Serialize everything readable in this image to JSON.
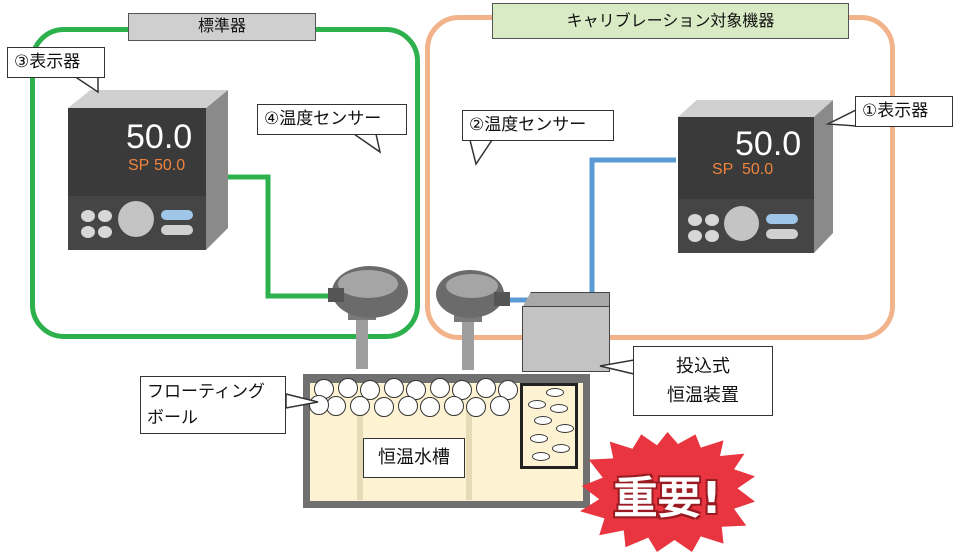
{
  "groups": {
    "standard": {
      "title": "標準器",
      "color": "#2db14d"
    },
    "calibration": {
      "title": "キャリブレーション対象機器",
      "color": "#f2b38a"
    }
  },
  "callouts": {
    "display_3": "③表示器",
    "sensor_4": "④温度センサー",
    "sensor_2": "②温度センサー",
    "display_1": "①表示器",
    "floating_balls_line1": "フローティング",
    "floating_balls_line2": "ボール",
    "immersion_heater_line1": "投込式",
    "immersion_heater_line2": "恒温装置"
  },
  "devices": {
    "left_controller": {
      "pv": "50.0",
      "sp_label": "SP",
      "sp_value": "50.0"
    },
    "right_controller": {
      "pv": "50.0",
      "sp_label": "SP",
      "sp_value": "50.0"
    }
  },
  "bath": {
    "label": "恒温水槽"
  },
  "badge": {
    "text": "重要!",
    "color": "#e8353f"
  },
  "wire_colors": {
    "standard": "#2db14d",
    "calibration": "#5b9bd5"
  }
}
